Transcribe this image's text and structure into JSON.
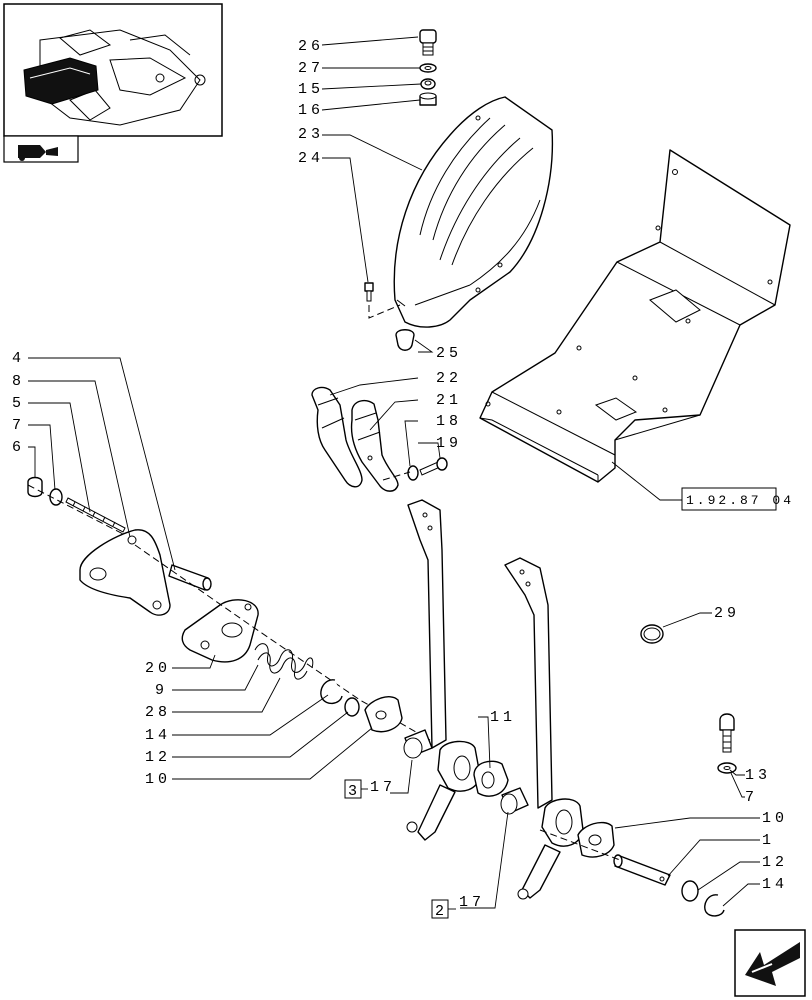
{
  "diagram": {
    "callouts": [
      {
        "id": "c26",
        "text": "26"
      },
      {
        "id": "c27",
        "text": "27"
      },
      {
        "id": "c15",
        "text": "15"
      },
      {
        "id": "c16",
        "text": "16"
      },
      {
        "id": "c23",
        "text": "23"
      },
      {
        "id": "c24",
        "text": "24"
      },
      {
        "id": "c25",
        "text": "25"
      },
      {
        "id": "c22",
        "text": "22"
      },
      {
        "id": "c21",
        "text": "21"
      },
      {
        "id": "c18",
        "text": "18"
      },
      {
        "id": "c19",
        "text": "19"
      },
      {
        "id": "c4",
        "text": "4"
      },
      {
        "id": "c8",
        "text": "8"
      },
      {
        "id": "c5",
        "text": "5"
      },
      {
        "id": "c7a",
        "text": "7"
      },
      {
        "id": "c6",
        "text": "6"
      },
      {
        "id": "c20",
        "text": "20"
      },
      {
        "id": "c9",
        "text": "9"
      },
      {
        "id": "c28",
        "text": "28"
      },
      {
        "id": "c14a",
        "text": "14"
      },
      {
        "id": "c12a",
        "text": "12"
      },
      {
        "id": "c10a",
        "text": "10"
      },
      {
        "id": "c11",
        "text": "11"
      },
      {
        "id": "c17a",
        "text": "17"
      },
      {
        "id": "c17b",
        "text": "17"
      },
      {
        "id": "c29",
        "text": "29"
      },
      {
        "id": "c13",
        "text": "13"
      },
      {
        "id": "c7b",
        "text": "7"
      },
      {
        "id": "c10b",
        "text": "10"
      },
      {
        "id": "c1",
        "text": "1"
      },
      {
        "id": "c12b",
        "text": "12"
      },
      {
        "id": "c14b",
        "text": "14"
      }
    ],
    "boxed_refs": [
      {
        "id": "b3",
        "text": "3"
      },
      {
        "id": "b2",
        "text": "2"
      }
    ],
    "reference_label": "1.92.87 04"
  }
}
